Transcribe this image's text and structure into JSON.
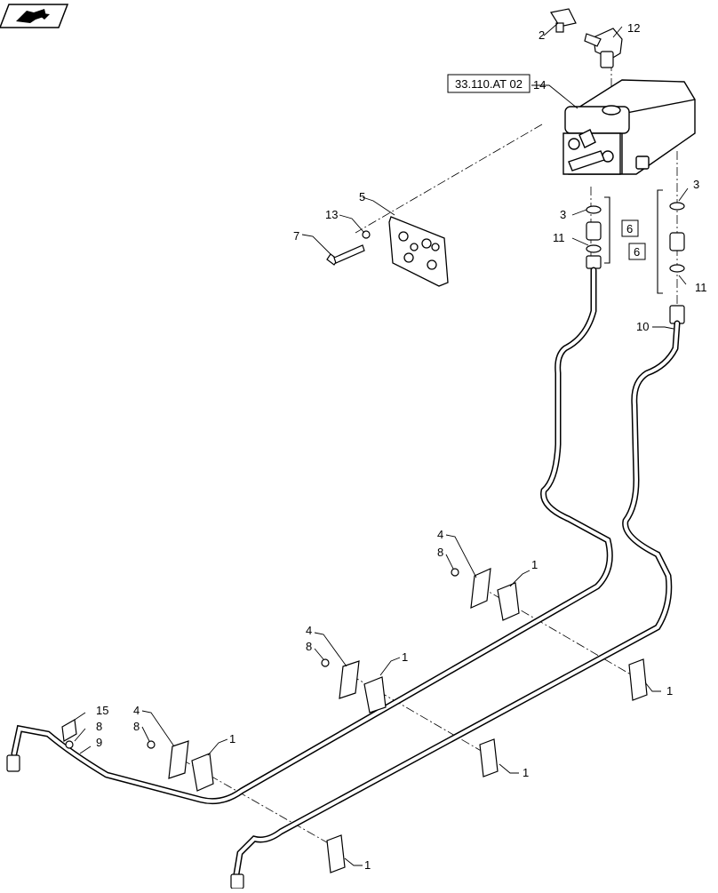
{
  "diagram": {
    "section_ref": "33.110.AT 02",
    "callouts": {
      "c1a": "1",
      "c1b": "1",
      "c1c": "1",
      "c1d": "1",
      "c1e": "1",
      "c1f": "1",
      "c2": "2",
      "c3a": "3",
      "c3b": "3",
      "c4a": "4",
      "c4b": "4",
      "c4c": "4",
      "c5": "5",
      "c6a": "6",
      "c6b": "6",
      "c7": "7",
      "c8a": "8",
      "c8b": "8",
      "c8c": "8",
      "c8d": "8",
      "c9": "9",
      "c10": "10",
      "c11a": "11",
      "c11b": "11",
      "c12": "12",
      "c13": "13",
      "c14": "14",
      "c15": "15"
    },
    "icon": "book-arrow-icon"
  }
}
